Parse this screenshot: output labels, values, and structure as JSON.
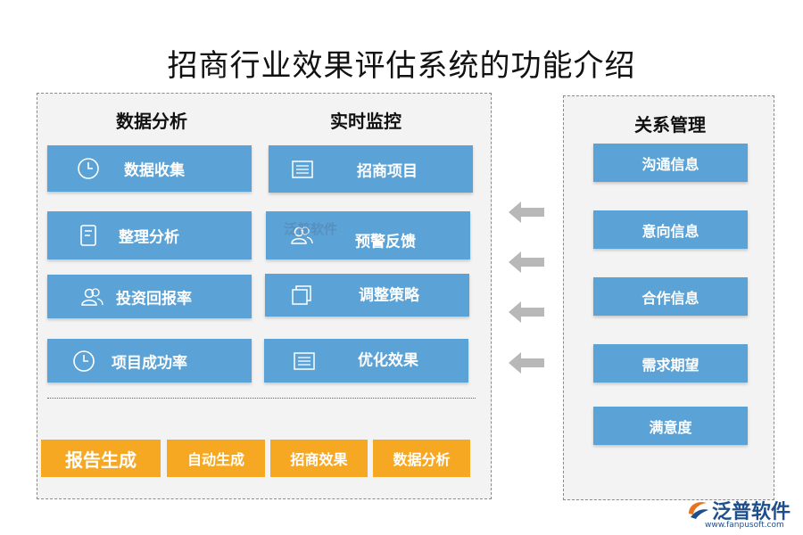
{
  "title": "招商行业效果评估系统的功能介绍",
  "left_panel": {
    "col1_title": "数据分析",
    "col2_title": "实时监控",
    "col1_items": [
      {
        "label": "数据收集",
        "icon": "clock-icon"
      },
      {
        "label": "整理分析",
        "icon": "document-icon"
      },
      {
        "label": "投资回报率",
        "icon": "users-icon"
      },
      {
        "label": "项目成功率",
        "icon": "clock-icon"
      }
    ],
    "col2_items": [
      {
        "label": "招商项目",
        "icon": "list-icon"
      },
      {
        "label": "预警反馈",
        "icon": "users-icon"
      },
      {
        "label": "调整策略",
        "icon": "layers-icon"
      },
      {
        "label": "优化效果",
        "icon": "list-icon"
      }
    ],
    "bottom_items": [
      "报告生成",
      "自动生成",
      "招商效果",
      "数据分析"
    ]
  },
  "right_panel": {
    "title": "关系管理",
    "items": [
      "沟通信息",
      "意向信息",
      "合作信息",
      "需求期望",
      "满意度"
    ]
  },
  "watermark": "泛普软件",
  "logo": {
    "name": "泛普软件",
    "url": "www.fanpusoft.com"
  },
  "colors": {
    "blue": "#5ba3d6",
    "orange": "#f7a823",
    "panel_bg": "#f3f3f3",
    "arrow": "#b8b8b8"
  }
}
